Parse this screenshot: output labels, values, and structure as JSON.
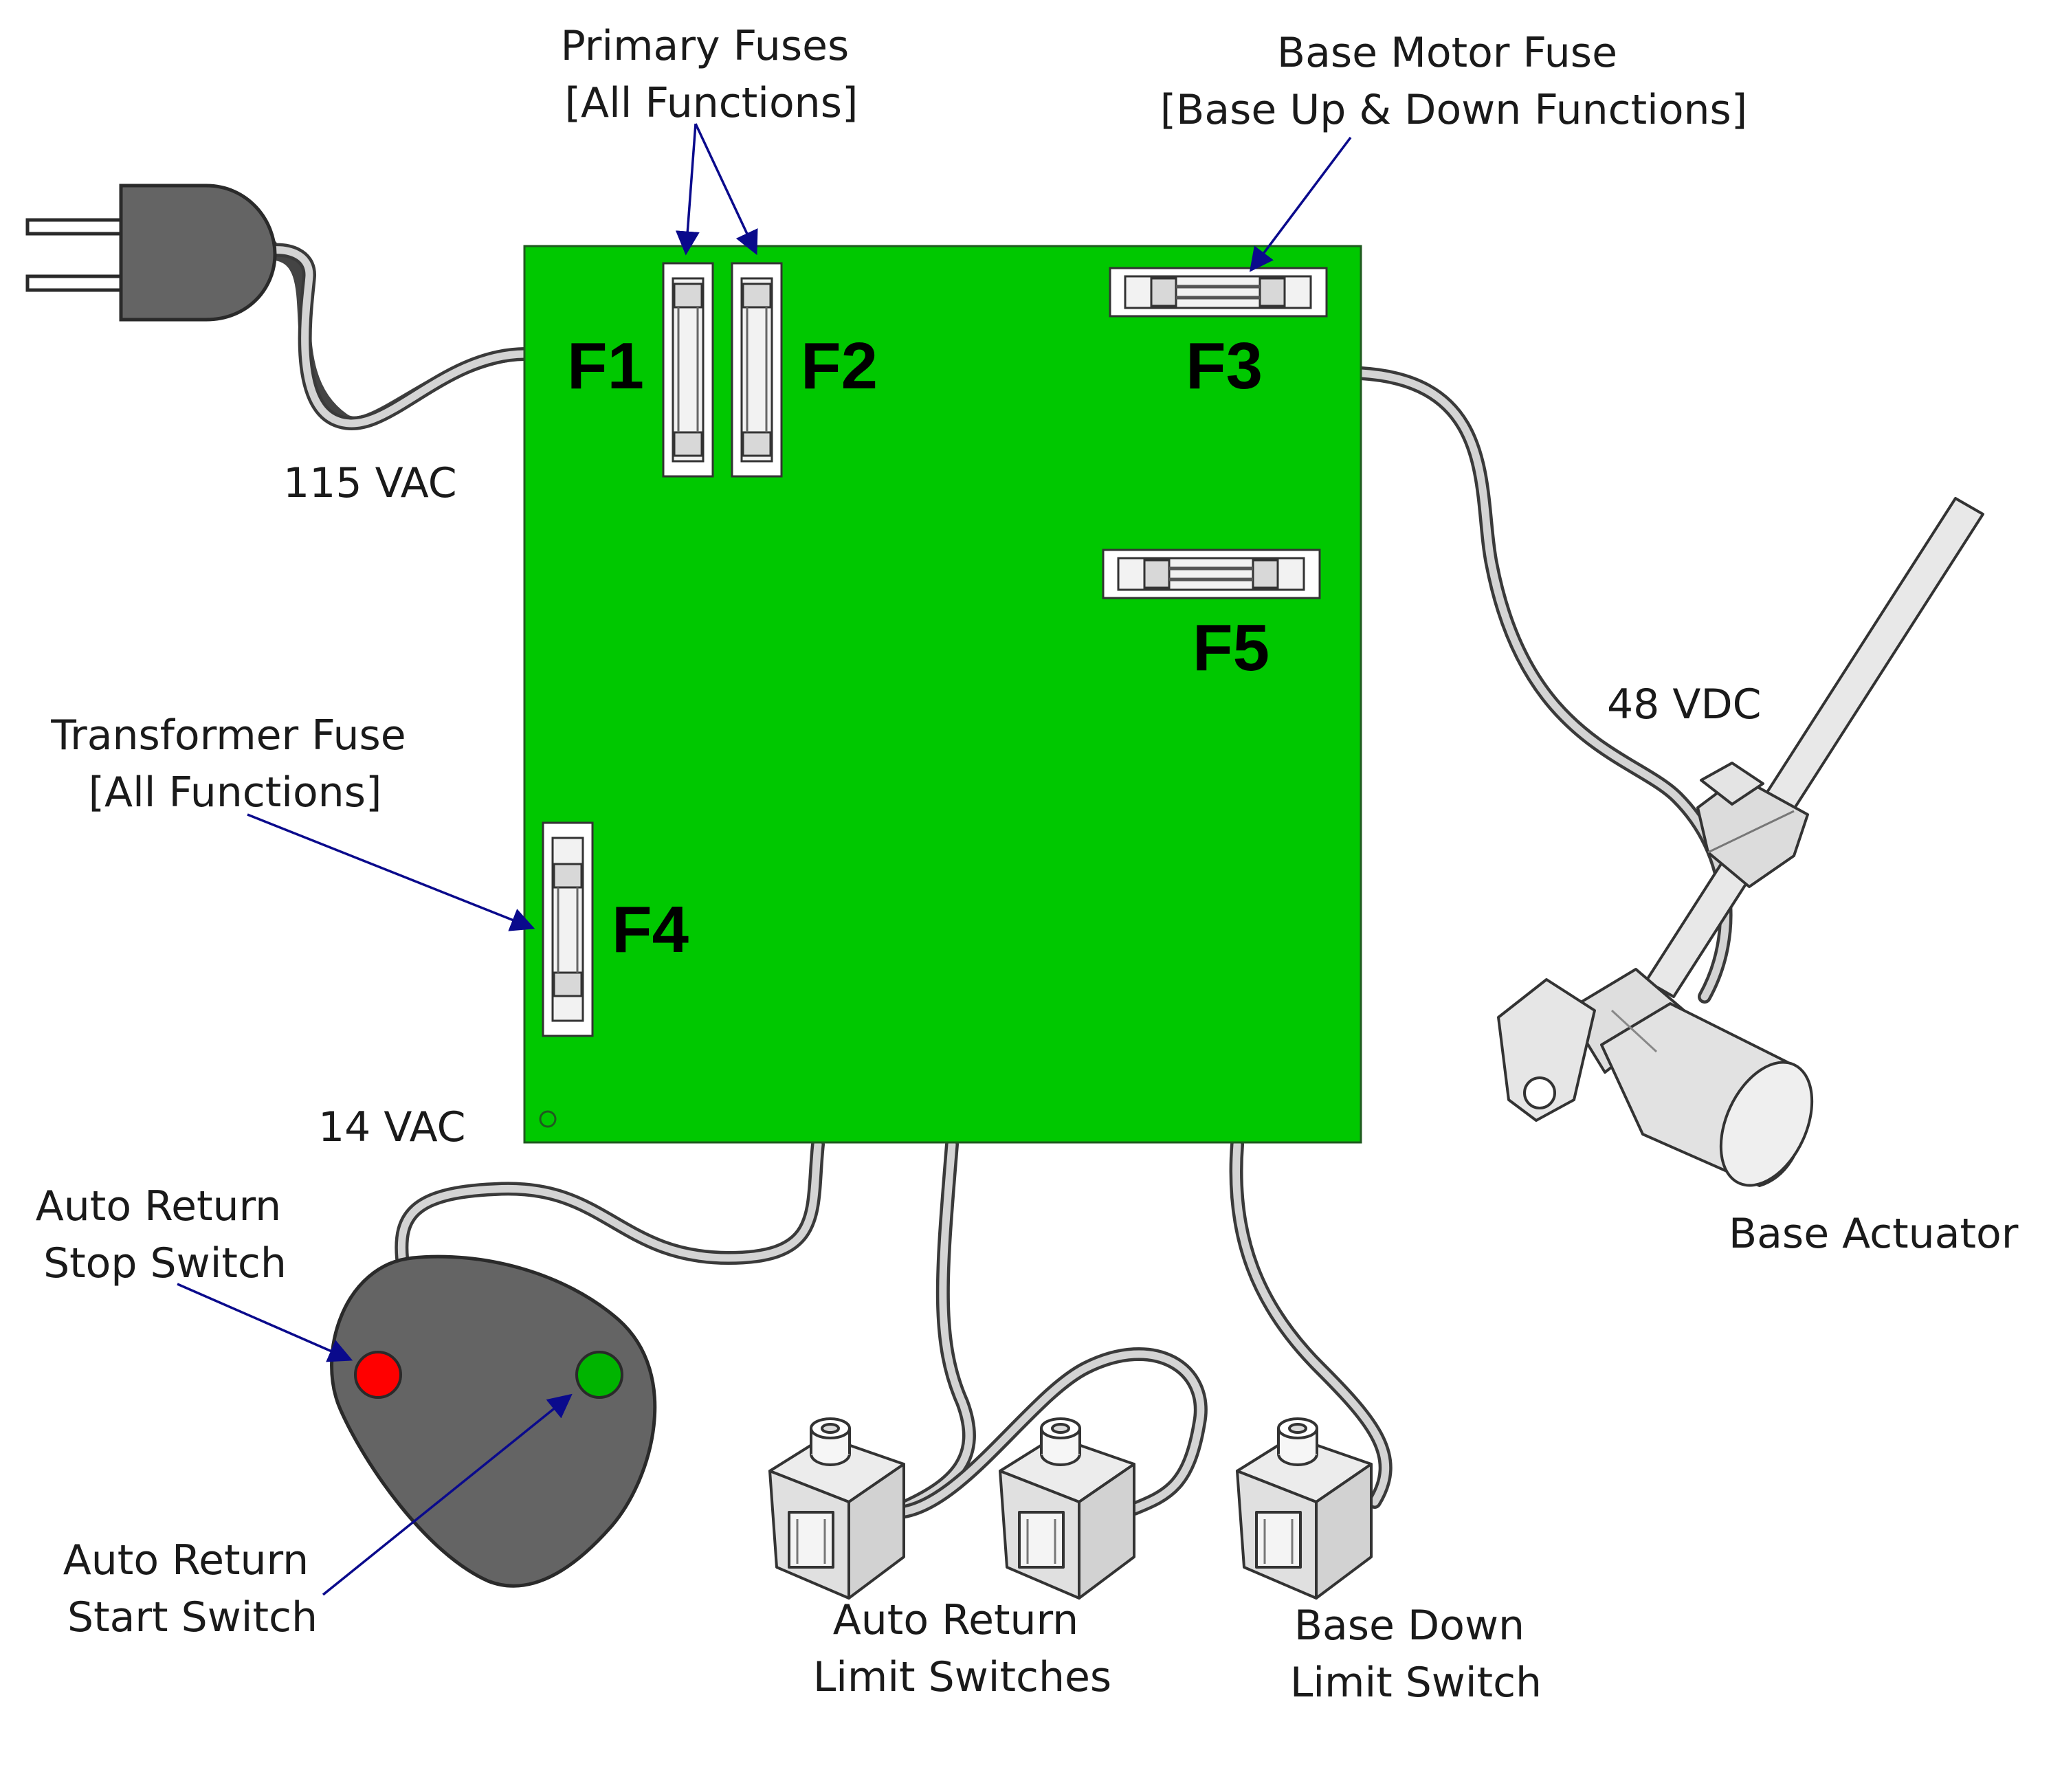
{
  "labels": {
    "primary_fuses": [
      "Primary Fuses",
      "[All Functions]"
    ],
    "base_motor_fuse": [
      "Base Motor Fuse",
      "[Base Up & Down Functions]"
    ],
    "transformer_fuse": [
      "Transformer Fuse",
      "[All Functions]"
    ],
    "vac115": "115 VAC",
    "vac14": "14 VAC",
    "vdc48": "48 VDC",
    "base_actuator": "Base Actuator",
    "auto_return_stop": [
      "Auto Return",
      "Stop Switch"
    ],
    "auto_return_start": [
      "Auto Return",
      "Start Switch"
    ],
    "auto_return_limit": [
      "Auto Return",
      "Limit Switches"
    ],
    "base_down_limit": [
      "Base Down",
      "Limit Switch"
    ]
  },
  "fuses": {
    "f1": "F1",
    "f2": "F2",
    "f3": "F3",
    "f4": "F4",
    "f5": "F5"
  },
  "colors": {
    "board": "#00c800",
    "arrow": "#0a0a8c",
    "stop_button": "#ff0000",
    "start_button": "#00b400",
    "plug": "#646464",
    "pendant": "#646464",
    "cable": "#9a9a9a"
  }
}
